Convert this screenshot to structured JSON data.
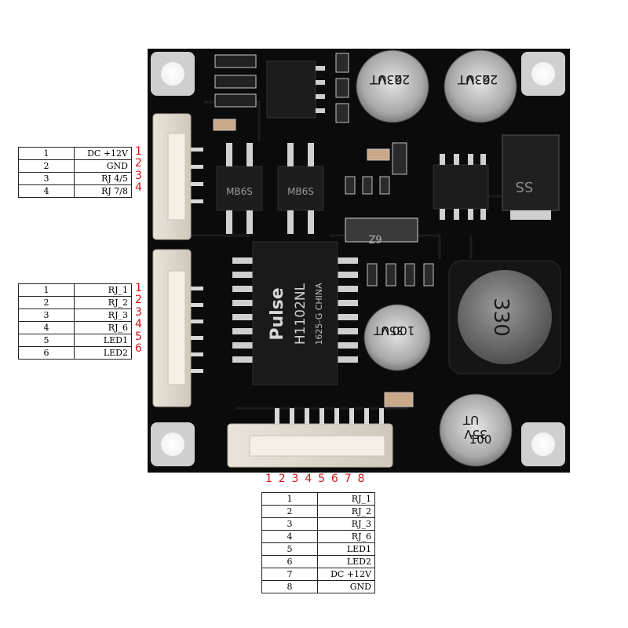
{
  "board": {
    "chips": {
      "magnetics_brand": "Pulse",
      "magnetics_part": "H1102NL",
      "magnetics_code": "1625-G CHINA",
      "bridge_label": "MB6S",
      "inductor_label": "330",
      "diode_label": "SS",
      "small_chip_label": "6Z"
    },
    "capacitors": [
      {
        "line1": "22",
        "line2": "63V",
        "line3": "UT"
      },
      {
        "line1": "22",
        "line2": "63V",
        "line3": "UT"
      },
      {
        "line1": "100",
        "line2": "35V",
        "line3": "UT"
      },
      {
        "line1": "100",
        "line2": "35V",
        "line3": "UT"
      }
    ]
  },
  "table_power": {
    "rows": [
      {
        "pin": "1",
        "signal": "DC +12V"
      },
      {
        "pin": "2",
        "signal": "GND"
      },
      {
        "pin": "3",
        "signal": "RJ 4/5"
      },
      {
        "pin": "4",
        "signal": "RJ 7/8"
      }
    ],
    "red_labels": [
      "1",
      "2",
      "3",
      "4"
    ]
  },
  "table_network": {
    "rows": [
      {
        "pin": "1",
        "signal": "RJ_1"
      },
      {
        "pin": "2",
        "signal": "RJ_2"
      },
      {
        "pin": "3",
        "signal": "RJ_3"
      },
      {
        "pin": "4",
        "signal": "RJ_6"
      },
      {
        "pin": "5",
        "signal": "LED1"
      },
      {
        "pin": "6",
        "signal": "LED2"
      }
    ],
    "red_labels": [
      "1",
      "2",
      "3",
      "4",
      "5",
      "6"
    ]
  },
  "table_bottom": {
    "rows": [
      {
        "pin": "1",
        "signal": "RJ_1"
      },
      {
        "pin": "2",
        "signal": "RJ_2"
      },
      {
        "pin": "3",
        "signal": "RJ_3"
      },
      {
        "pin": "4",
        "signal": "RJ_6"
      },
      {
        "pin": "5",
        "signal": "LED1"
      },
      {
        "pin": "6",
        "signal": "LED2"
      },
      {
        "pin": "7",
        "signal": "DC +12V"
      },
      {
        "pin": "8",
        "signal": "GND"
      }
    ],
    "red_labels": [
      "1",
      "2",
      "3",
      "4",
      "5",
      "6",
      "7",
      "8"
    ]
  }
}
